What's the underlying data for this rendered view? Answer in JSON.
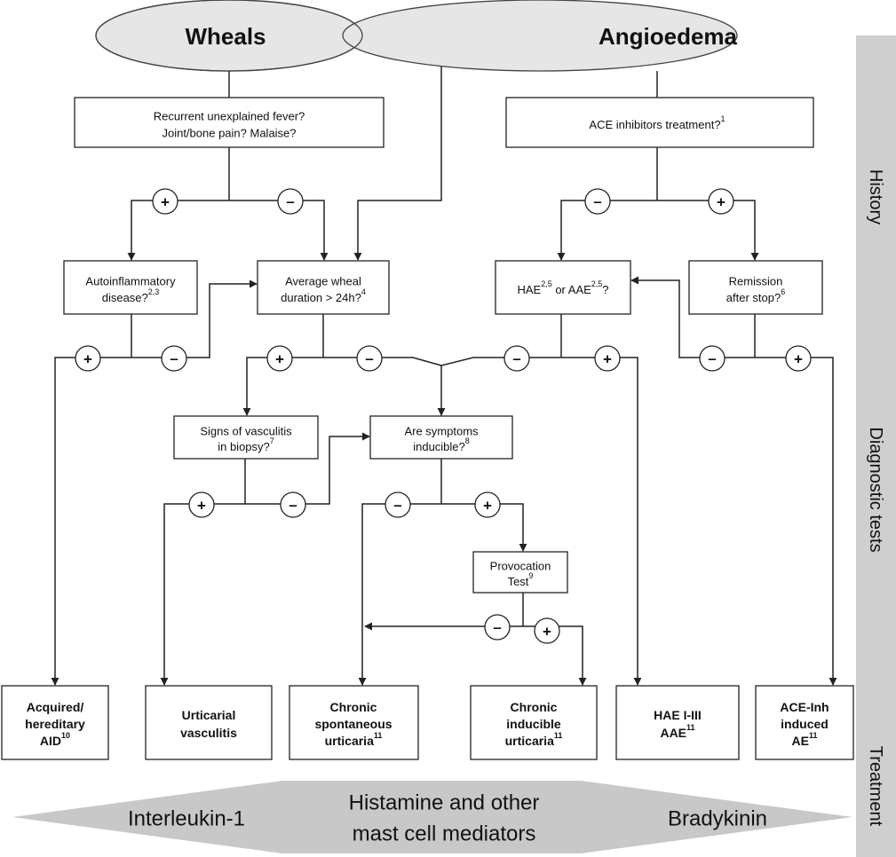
{
  "ellipses": {
    "left": "Wheals",
    "right": "Angioedema"
  },
  "questions": {
    "fever": [
      "Recurrent unexplained fever?",
      "Joint/bone pain? Malaise?"
    ],
    "ace": [
      "ACE inhibitors treatment?",
      "1"
    ],
    "autoinflammatory": [
      "Autoinflammatory",
      "disease?",
      "2,3"
    ],
    "wheal_duration": [
      "Average wheal",
      "duration > 24h?",
      "4"
    ],
    "hae": [
      "HAE",
      "2,5",
      " or AAE",
      "2,5",
      "?"
    ],
    "remission": [
      "Remission",
      "after stop?",
      "6"
    ],
    "vasculitis": [
      "Signs of vasculitis",
      "in biopsy?",
      "7"
    ],
    "inducible": [
      "Are symptoms",
      "inducible?",
      "8"
    ],
    "provocation": [
      "Provocation",
      "Test",
      "9"
    ]
  },
  "signs": {
    "plus": "+",
    "minus": "–"
  },
  "outcomes": [
    {
      "lines": [
        "Acquired/",
        "hereditary",
        "AID"
      ],
      "sup": "10"
    },
    {
      "lines": [
        "Urticarial",
        "vasculitis"
      ],
      "sup": ""
    },
    {
      "lines": [
        "Chronic",
        "spontaneous",
        "urticaria"
      ],
      "sup": "11"
    },
    {
      "lines": [
        "Chronic",
        "inducible",
        "urticaria"
      ],
      "sup": "11"
    },
    {
      "lines": [
        "HAE I-III",
        "AAE"
      ],
      "sup": "11"
    },
    {
      "lines": [
        "ACE-Inh",
        "induced",
        "AE"
      ],
      "sup": "11"
    }
  ],
  "side_labels": [
    "History",
    "Diagnostic tests",
    "Treatment"
  ],
  "mediators": {
    "left": "Interleukin-1",
    "center": [
      "Histamine and other",
      "mast cell mediators"
    ],
    "right": "Bradykinin"
  },
  "colors": {
    "ellipse": "#e6e6e6",
    "sidebar": "#cfcfcf",
    "arrow_band": "#c8c8c8",
    "line": "#222222"
  }
}
